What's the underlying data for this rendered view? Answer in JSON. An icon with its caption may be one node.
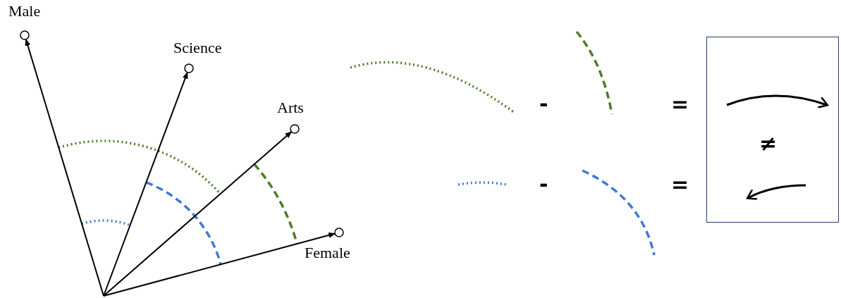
{
  "diagram": {
    "nodes": [
      {
        "text": [
          "Male"
        ]
      },
      {
        "text": [
          "Science"
        ]
      },
      {
        "text": [
          "Arts"
        ]
      },
      {
        "text": [
          "Female"
        ]
      },
      {
        "text": [
          "≠"
        ]
      }
    ],
    "edges": [
      {
        "from": null,
        "to": 0,
        "arrow": "to"
      },
      {
        "from": null,
        "to": 1,
        "arrow": "to"
      },
      {
        "from": null,
        "to": 2,
        "arrow": "to"
      },
      {
        "from": null,
        "to": 3,
        "arrow": "to"
      }
    ],
    "labels": [
      "-",
      "=",
      "-",
      "="
    ]
  }
}
